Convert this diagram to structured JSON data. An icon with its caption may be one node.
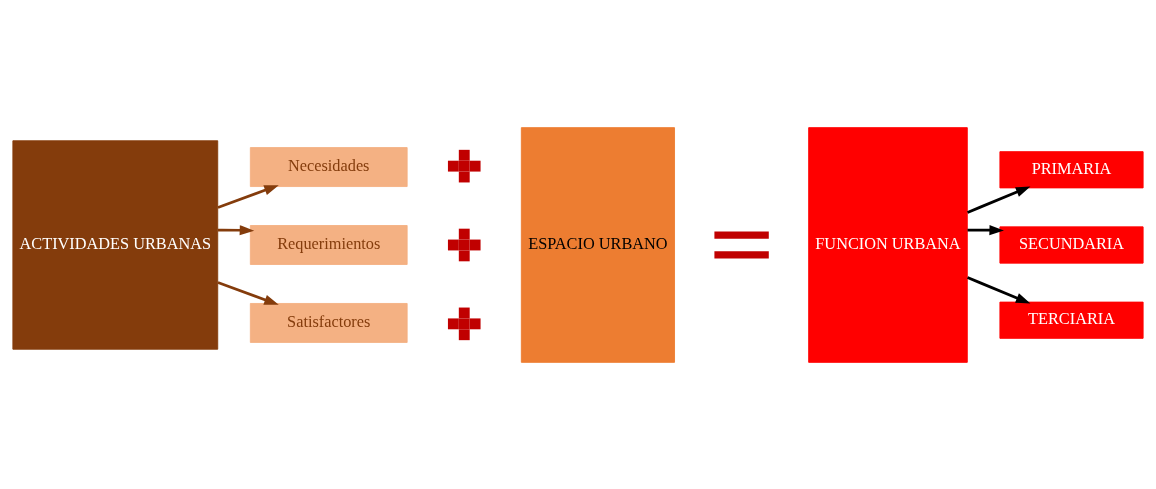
{
  "diagram": {
    "nodes": [
      {
        "text": [
          "ACTIVIDADES URBANAS"
        ]
      },
      {
        "text": [
          "Necesidades"
        ]
      },
      {
        "text": [
          "Requerimientos"
        ]
      },
      {
        "text": [
          "Satisfactores"
        ]
      },
      {
        "text": [],
        "shape": "cross"
      },
      {
        "text": [],
        "shape": "cross"
      },
      {
        "text": [],
        "shape": "cross"
      },
      {
        "text": [
          "ESPACIO URBANO"
        ]
      },
      {
        "text": [],
        "shape": "equals"
      },
      {
        "text": [
          "FUNCION URBANA"
        ]
      },
      {
        "text": [
          "PRIMARIA"
        ]
      },
      {
        "text": [
          "SECUNDARIA"
        ]
      },
      {
        "text": [
          "TERCIARIA"
        ]
      }
    ],
    "edges": [
      {
        "from": 0,
        "to": 1,
        "arrow": "to",
        "color": "#843c0c"
      },
      {
        "from": 0,
        "to": 2,
        "arrow": "to",
        "color": "#843c0c"
      },
      {
        "from": 0,
        "to": 3,
        "arrow": "to",
        "color": "#843c0c"
      },
      {
        "from": 9,
        "to": 10,
        "arrow": "to",
        "color": "#000000"
      },
      {
        "from": 9,
        "to": 11,
        "arrow": "to",
        "color": "#000000"
      },
      {
        "from": 9,
        "to": 12,
        "arrow": "to",
        "color": "#000000"
      }
    ]
  }
}
